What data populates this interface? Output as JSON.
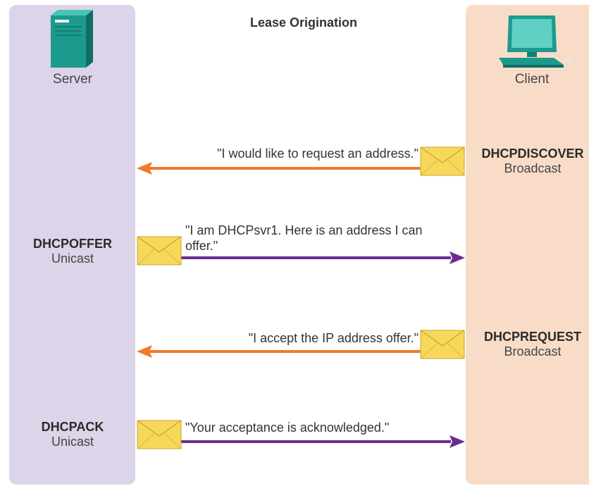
{
  "title": "Lease Origination",
  "server": {
    "label": "Server",
    "icon": "server-icon"
  },
  "client": {
    "label": "Client",
    "icon": "computer-icon"
  },
  "colors": {
    "server_lane": "#dcd4e8",
    "client_lane": "#f9dcc8",
    "to_server_arrow": "#f07a2a",
    "to_client_arrow": "#6a2d8e",
    "envelope": "#f7d85a"
  },
  "messages": [
    {
      "name": "DHCPDISCOVER",
      "mode": "Broadcast",
      "text": "\"I would like to request an address.\"",
      "direction": "client-to-server"
    },
    {
      "name": "DHCPOFFER",
      "mode": "Unicast",
      "text": "\"I am DHCPsvr1. Here is an address I can offer.\"",
      "direction": "server-to-client"
    },
    {
      "name": "DHCPREQUEST",
      "mode": "Broadcast",
      "text": "\"I accept the IP address offer.\"",
      "direction": "client-to-server"
    },
    {
      "name": "DHCPACK",
      "mode": "Unicast",
      "text": "\"Your acceptance is acknowledged.\"",
      "direction": "server-to-client"
    }
  ]
}
